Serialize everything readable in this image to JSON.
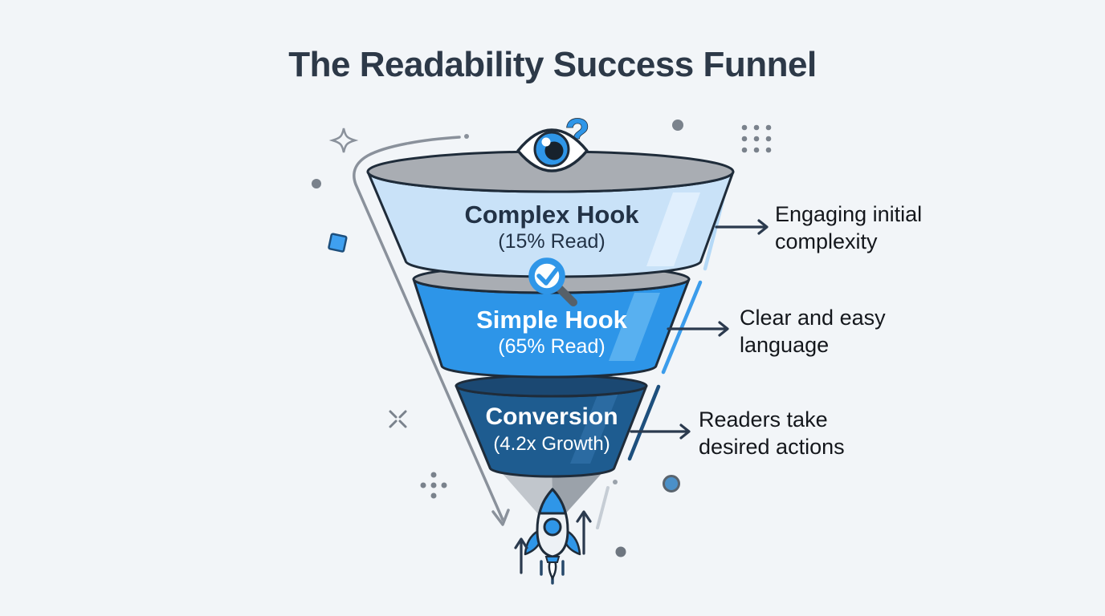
{
  "title": "The Readability Success Funnel",
  "funnel": {
    "tiers": [
      {
        "label": "Complex Hook",
        "value": "(15% Read)",
        "fill": "#c9e2f8",
        "annotation": {
          "line1": "Engaging initial",
          "line2": "complexity"
        }
      },
      {
        "label": "Simple Hook",
        "value": "(65% Read)",
        "fill": "#2d95e8",
        "annotation": {
          "line1": "Clear and easy",
          "line2": "language"
        }
      },
      {
        "label": "Conversion",
        "value": "(4.2x Growth)",
        "fill": "#1e5c90",
        "annotation": {
          "line1": "Readers take",
          "line2": "desired actions"
        }
      }
    ]
  },
  "icons": {
    "eye_question": "eye-question-icon",
    "magnifier_check": "magnifier-check-icon",
    "rocket": "rocket-icon",
    "question_mark_glyph": "?"
  },
  "colors": {
    "background": "#f2f5f8",
    "title_text": "#2d3948",
    "outline_navy": "#1f2c3a",
    "tier1_fill": "#c9e2f8",
    "tier2_fill": "#2d95e8",
    "tier3_fill": "#1e5c90",
    "top_ellipse_gray": "#a9adb3",
    "funnel_tip_gray": "#c1c6cc",
    "accent_blue": "#2f96e8",
    "arrow_navy": "#2b3a4e",
    "annotation_text": "#14171c",
    "decoration_gray": "#7a828c"
  }
}
